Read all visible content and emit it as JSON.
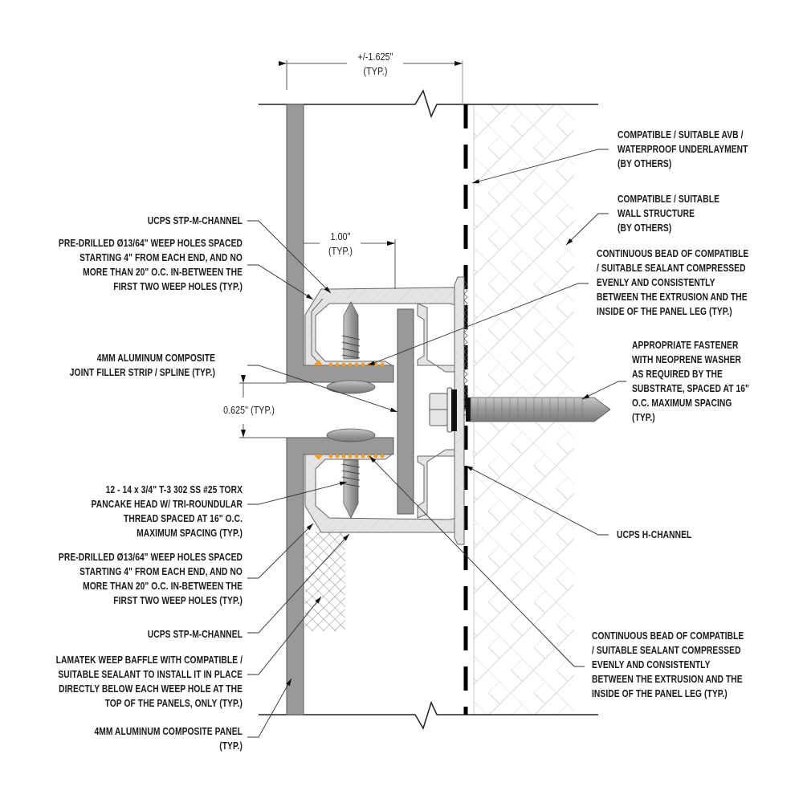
{
  "dimensions": {
    "overall_width": {
      "value": "+/-1.625\"",
      "suffix": "(TYP.)"
    },
    "spline_offset": {
      "value": "1.00\"",
      "suffix": "(TYP.)"
    },
    "joint_gap": {
      "value": "0.625\" (TYP.)"
    }
  },
  "callouts": {
    "left": [
      {
        "id": "ucps-stp-m-channel-top",
        "lines": [
          "UCPS STP-M-CHANNEL"
        ]
      },
      {
        "id": "weep-holes-top",
        "lines": [
          "PRE-DRILLED Ø13/64\" WEEP HOLES SPACED",
          "STARTING 4\" FROM EACH END, AND NO",
          "MORE THAN 20\" O.C. IN-BETWEEN THE",
          "FIRST TWO WEEP HOLES (TYP.)"
        ]
      },
      {
        "id": "joint-filler-strip",
        "lines": [
          "4MM ALUMINUM COMPOSITE",
          "JOINT FILLER STRIP / SPLINE (TYP.)"
        ]
      },
      {
        "id": "torx-screw",
        "lines": [
          "12 - 14 x 3/4\" T-3 302 SS #25 TORX",
          "PANCAKE HEAD W/ TRI-ROUNDULAR",
          "THREAD SPACED AT 16\" O.C.",
          "MAXIMUM SPACING (TYP.)"
        ]
      },
      {
        "id": "weep-holes-bottom",
        "lines": [
          "PRE-DRILLED Ø13/64\" WEEP HOLES SPACED",
          "STARTING 4\" FROM EACH END, AND NO",
          "MORE THAN 20\" O.C. IN-BETWEEN THE",
          "FIRST TWO WEEP HOLES (TYP.)"
        ]
      },
      {
        "id": "ucps-stp-m-channel-bottom",
        "lines": [
          "UCPS STP-M-CHANNEL"
        ]
      },
      {
        "id": "weep-baffle",
        "lines": [
          "LAMATEK WEEP BAFFLE WITH COMPATIBLE /",
          "SUITABLE SEALANT TO INSTALL IT IN PLACE",
          "DIRECTLY BELOW EACH WEEP HOLE AT THE",
          "TOP OF THE PANELS, ONLY (TYP.)"
        ]
      },
      {
        "id": "composite-panel",
        "lines": [
          "4MM ALUMINUM COMPOSITE PANEL",
          "(TYP.)"
        ]
      }
    ],
    "right": [
      {
        "id": "avb-underlayment",
        "lines": [
          "COMPATIBLE / SUITABLE AVB /",
          "WATERPROOF UNDERLAYMENT",
          "(BY OTHERS)"
        ]
      },
      {
        "id": "wall-structure",
        "lines": [
          "COMPATIBLE / SUITABLE",
          "WALL STRUCTURE",
          "(BY OTHERS)"
        ]
      },
      {
        "id": "sealant-top",
        "lines": [
          "CONTINUOUS BEAD OF COMPATIBLE",
          "/ SUITABLE SEALANT COMPRESSED",
          "EVENLY AND CONSISTENTLY",
          "BETWEEN THE EXTRUSION AND THE",
          "INSIDE OF THE PANEL LEG (TYP.)"
        ]
      },
      {
        "id": "fastener",
        "lines": [
          "APPROPRIATE FASTENER",
          "WITH NEOPRENE WASHER",
          "AS REQUIRED BY THE",
          "SUBSTRATE, SPACED AT 16\"",
          "O.C. MAXIMUM SPACING",
          "(TYP.)"
        ]
      },
      {
        "id": "ucps-h-channel",
        "lines": [
          "UCPS H-CHANNEL"
        ]
      },
      {
        "id": "sealant-bottom",
        "lines": [
          "CONTINUOUS BEAD OF COMPATIBLE",
          "/ SUITABLE SEALANT COMPRESSED",
          "EVENLY AND CONSISTENTLY",
          "BETWEEN THE EXTRUSION AND THE",
          "INSIDE OF THE PANEL LEG (TYP.)"
        ]
      }
    ]
  },
  "colors": {
    "panel": "#999999",
    "extrusion": "#e2e2e2",
    "sealant": "#f0a020",
    "membrane": "#000000",
    "hatch": "#d8d8d8",
    "line": "#333333"
  }
}
